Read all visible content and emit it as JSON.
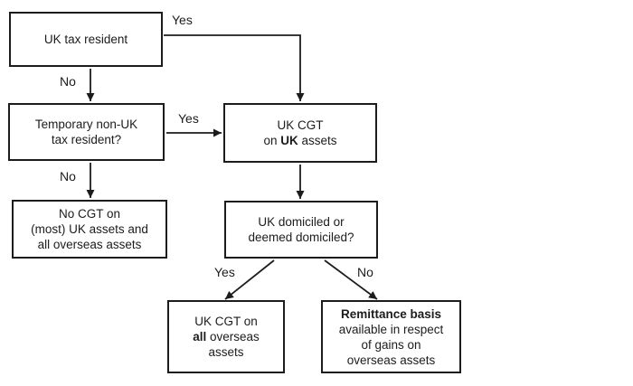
{
  "flowchart": {
    "colors": {
      "line": "#1c1c1c",
      "text": "#1c1c1c",
      "background": "#ffffff"
    },
    "nodes": {
      "uk_tax_resident": {
        "line1": "UK tax resident"
      },
      "temporary_non_uk": {
        "line1": "Temporary non-UK",
        "line2": "tax resident?"
      },
      "no_cgt": {
        "line1": "No CGT on",
        "line2": "(most) UK assets and",
        "line3": "all overseas assets"
      },
      "uk_cgt_uk_assets": {
        "line1": "UK CGT",
        "line2_pre": "on ",
        "line2_bold": "UK",
        "line2_post": " assets"
      },
      "domiciled": {
        "line1": "UK domiciled or",
        "line2": "deemed domiciled?"
      },
      "uk_cgt_all_overseas": {
        "line1": "UK CGT on",
        "line2_bold": "all",
        "line2_post": " overseas",
        "line3": "assets"
      },
      "remittance": {
        "line1_bold": "Remittance basis",
        "line2": "available in respect",
        "line3": "of gains on",
        "line4": "overseas assets"
      }
    },
    "edge_labels": {
      "uk_tax_resident_yes": "Yes",
      "uk_tax_resident_no": "No",
      "temporary_yes": "Yes",
      "temporary_no": "No",
      "domiciled_yes": "Yes",
      "domiciled_no": "No"
    }
  }
}
